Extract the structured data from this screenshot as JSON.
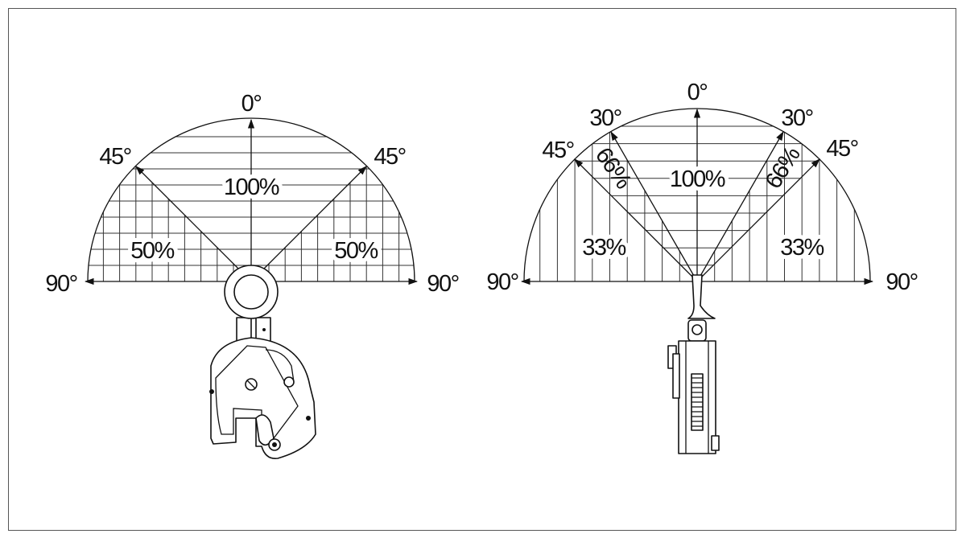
{
  "left_diagram": {
    "angle_top": "0°",
    "angle_left_diag": "45°",
    "angle_right_diag": "45°",
    "angle_left_side": "90°",
    "angle_right_side": "90°",
    "capacity_center": "100%",
    "capacity_left": "50%",
    "capacity_right": "50%"
  },
  "right_diagram": {
    "angle_top": "0°",
    "angle_left_30": "30°",
    "angle_right_30": "30°",
    "angle_left_45": "45°",
    "angle_right_45": "45°",
    "angle_left_side": "90°",
    "angle_right_side": "90°",
    "capacity_center": "100%",
    "capacity_left_mid": "66%",
    "capacity_right_mid": "66%",
    "capacity_left": "33%",
    "capacity_right": "33%"
  }
}
